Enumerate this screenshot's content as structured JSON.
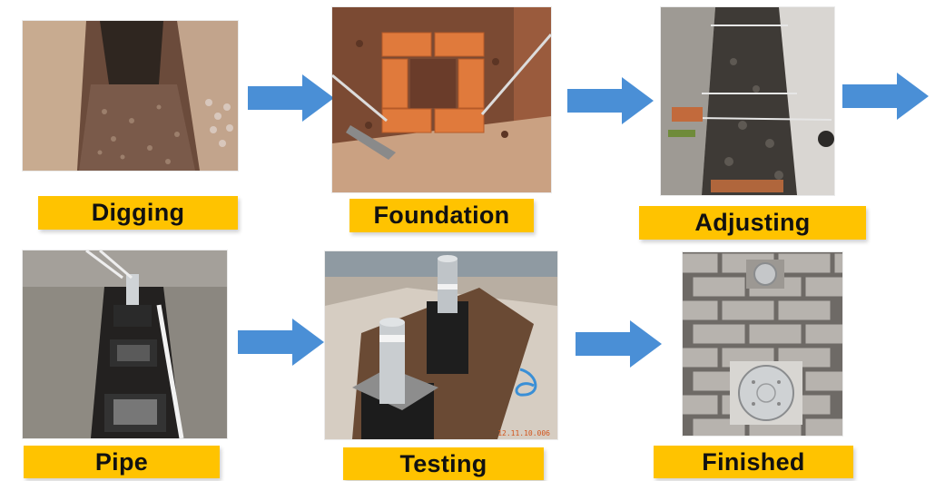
{
  "steps": [
    {
      "label": "Digging",
      "photo": "trench-digging-photo"
    },
    {
      "label": "Foundation",
      "photo": "brick-foundation-photo"
    },
    {
      "label": "Adjusting",
      "photo": "trench-adjusting-photo"
    },
    {
      "label": "Pipe",
      "photo": "pipe-laying-photo"
    },
    {
      "label": "Testing",
      "photo": "bollard-testing-photo"
    },
    {
      "label": "Finished",
      "photo": "finished-installation-photo"
    }
  ],
  "photo_stamp": "12.11.10.006",
  "colors": {
    "label_bg": "#ffc300",
    "label_text": "#111111",
    "arrow": "#4a8fd6"
  },
  "icons": {
    "flow_arrow": "arrow-right-icon"
  }
}
